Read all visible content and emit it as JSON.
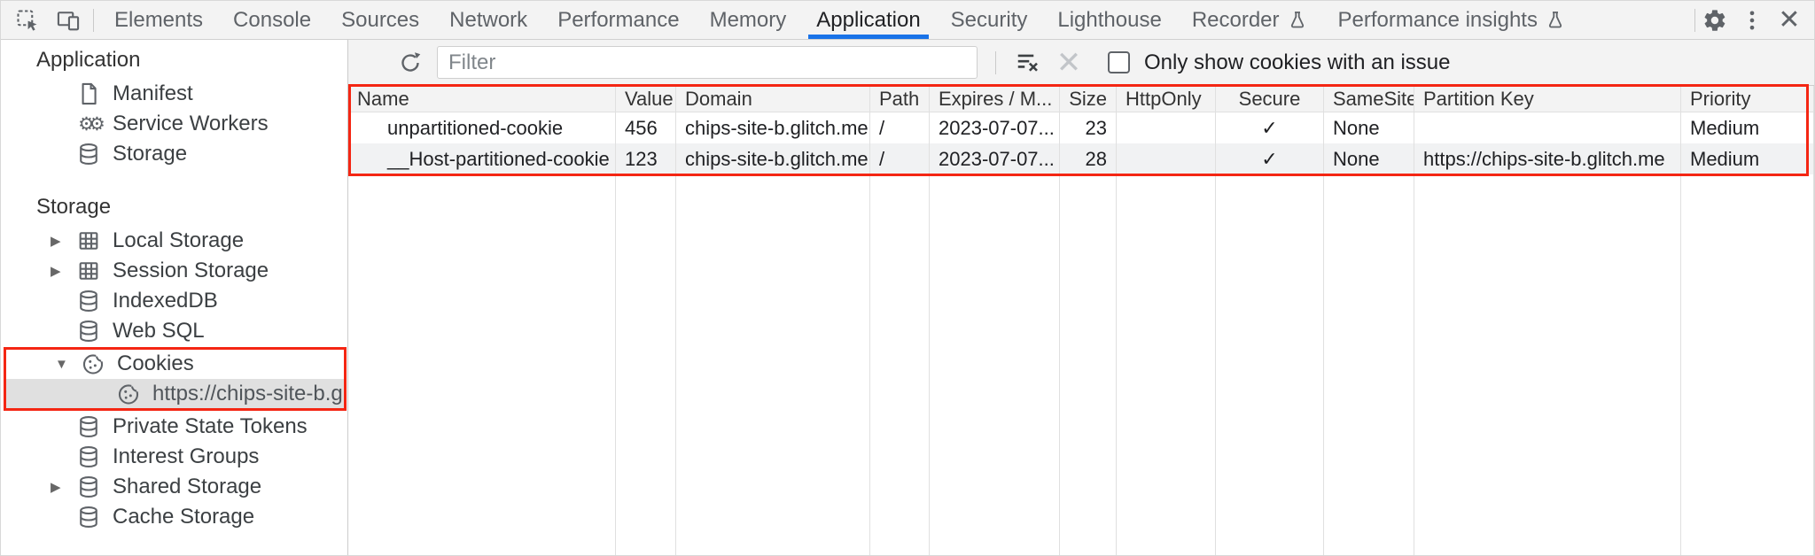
{
  "colors": {
    "accent": "#1a73e8",
    "highlight_red": "#f42613",
    "selected_row_bg": "#e0e0e0"
  },
  "tabbar": {
    "tabs": [
      {
        "label": "Elements"
      },
      {
        "label": "Console"
      },
      {
        "label": "Sources"
      },
      {
        "label": "Network"
      },
      {
        "label": "Performance"
      },
      {
        "label": "Memory"
      },
      {
        "label": "Application",
        "selected": true
      },
      {
        "label": "Security"
      },
      {
        "label": "Lighthouse"
      },
      {
        "label": "Recorder",
        "flask": true
      },
      {
        "label": "Performance insights",
        "flask": true
      }
    ],
    "icons": [
      "inspect-icon",
      "device-toolbar-icon",
      "gear-icon",
      "kebab-menu-icon",
      "close-icon"
    ],
    "close_glyph": "✕"
  },
  "sidebar": {
    "sections": [
      {
        "title": "Application",
        "items": [
          {
            "label": "Manifest",
            "icon": "file-icon"
          },
          {
            "label": "Service Workers",
            "icon": "service-worker-icon"
          },
          {
            "label": "Storage",
            "icon": "database-icon"
          }
        ]
      },
      {
        "title": "Storage",
        "items": [
          {
            "label": "Local Storage",
            "icon": "table-icon",
            "arrow": "collapsed"
          },
          {
            "label": "Session Storage",
            "icon": "table-icon",
            "arrow": "collapsed"
          },
          {
            "label": "IndexedDB",
            "icon": "database-icon"
          },
          {
            "label": "Web SQL",
            "icon": "database-icon"
          },
          {
            "label": "Cookies",
            "icon": "cookie-icon",
            "arrow": "expanded",
            "highlighted": true
          },
          {
            "label": "https://chips-site-b.glitch.me",
            "icon": "cookie-icon",
            "child": true,
            "selected": true,
            "highlighted": true
          },
          {
            "label": "Private State Tokens",
            "icon": "database-icon"
          },
          {
            "label": "Interest Groups",
            "icon": "database-icon"
          },
          {
            "label": "Shared Storage",
            "icon": "database-icon",
            "arrow": "collapsed"
          },
          {
            "label": "Cache Storage",
            "icon": "database-icon"
          }
        ]
      }
    ],
    "arrow_glyphs": {
      "collapsed": "▶",
      "expanded": "▼"
    }
  },
  "toolbar": {
    "filter_placeholder": "Filter",
    "filter_value": "",
    "checkbox_label": "Only show cookies with an issue",
    "checkbox_checked": false,
    "icons": [
      "refresh-icon",
      "clear-filter-icon",
      "delete-icon"
    ]
  },
  "cookie_table": {
    "columns": [
      "Name",
      "Value",
      "Domain",
      "Path",
      "Expires / M...",
      "Size",
      "HttpOnly",
      "Secure",
      "SameSite",
      "Partition Key",
      "Priority"
    ],
    "rows": [
      [
        "unpartitioned-cookie",
        "456",
        "chips-site-b.glitch.me",
        "/",
        "2023-07-07...",
        "23",
        "",
        "✓",
        "None",
        "",
        "Medium"
      ],
      [
        "__Host-partitioned-cookie",
        "123",
        "chips-site-b.glitch.me",
        "/",
        "2023-07-07...",
        "28",
        "",
        "✓",
        "None",
        "https://chips-site-b.glitch.me",
        "Medium"
      ]
    ]
  }
}
